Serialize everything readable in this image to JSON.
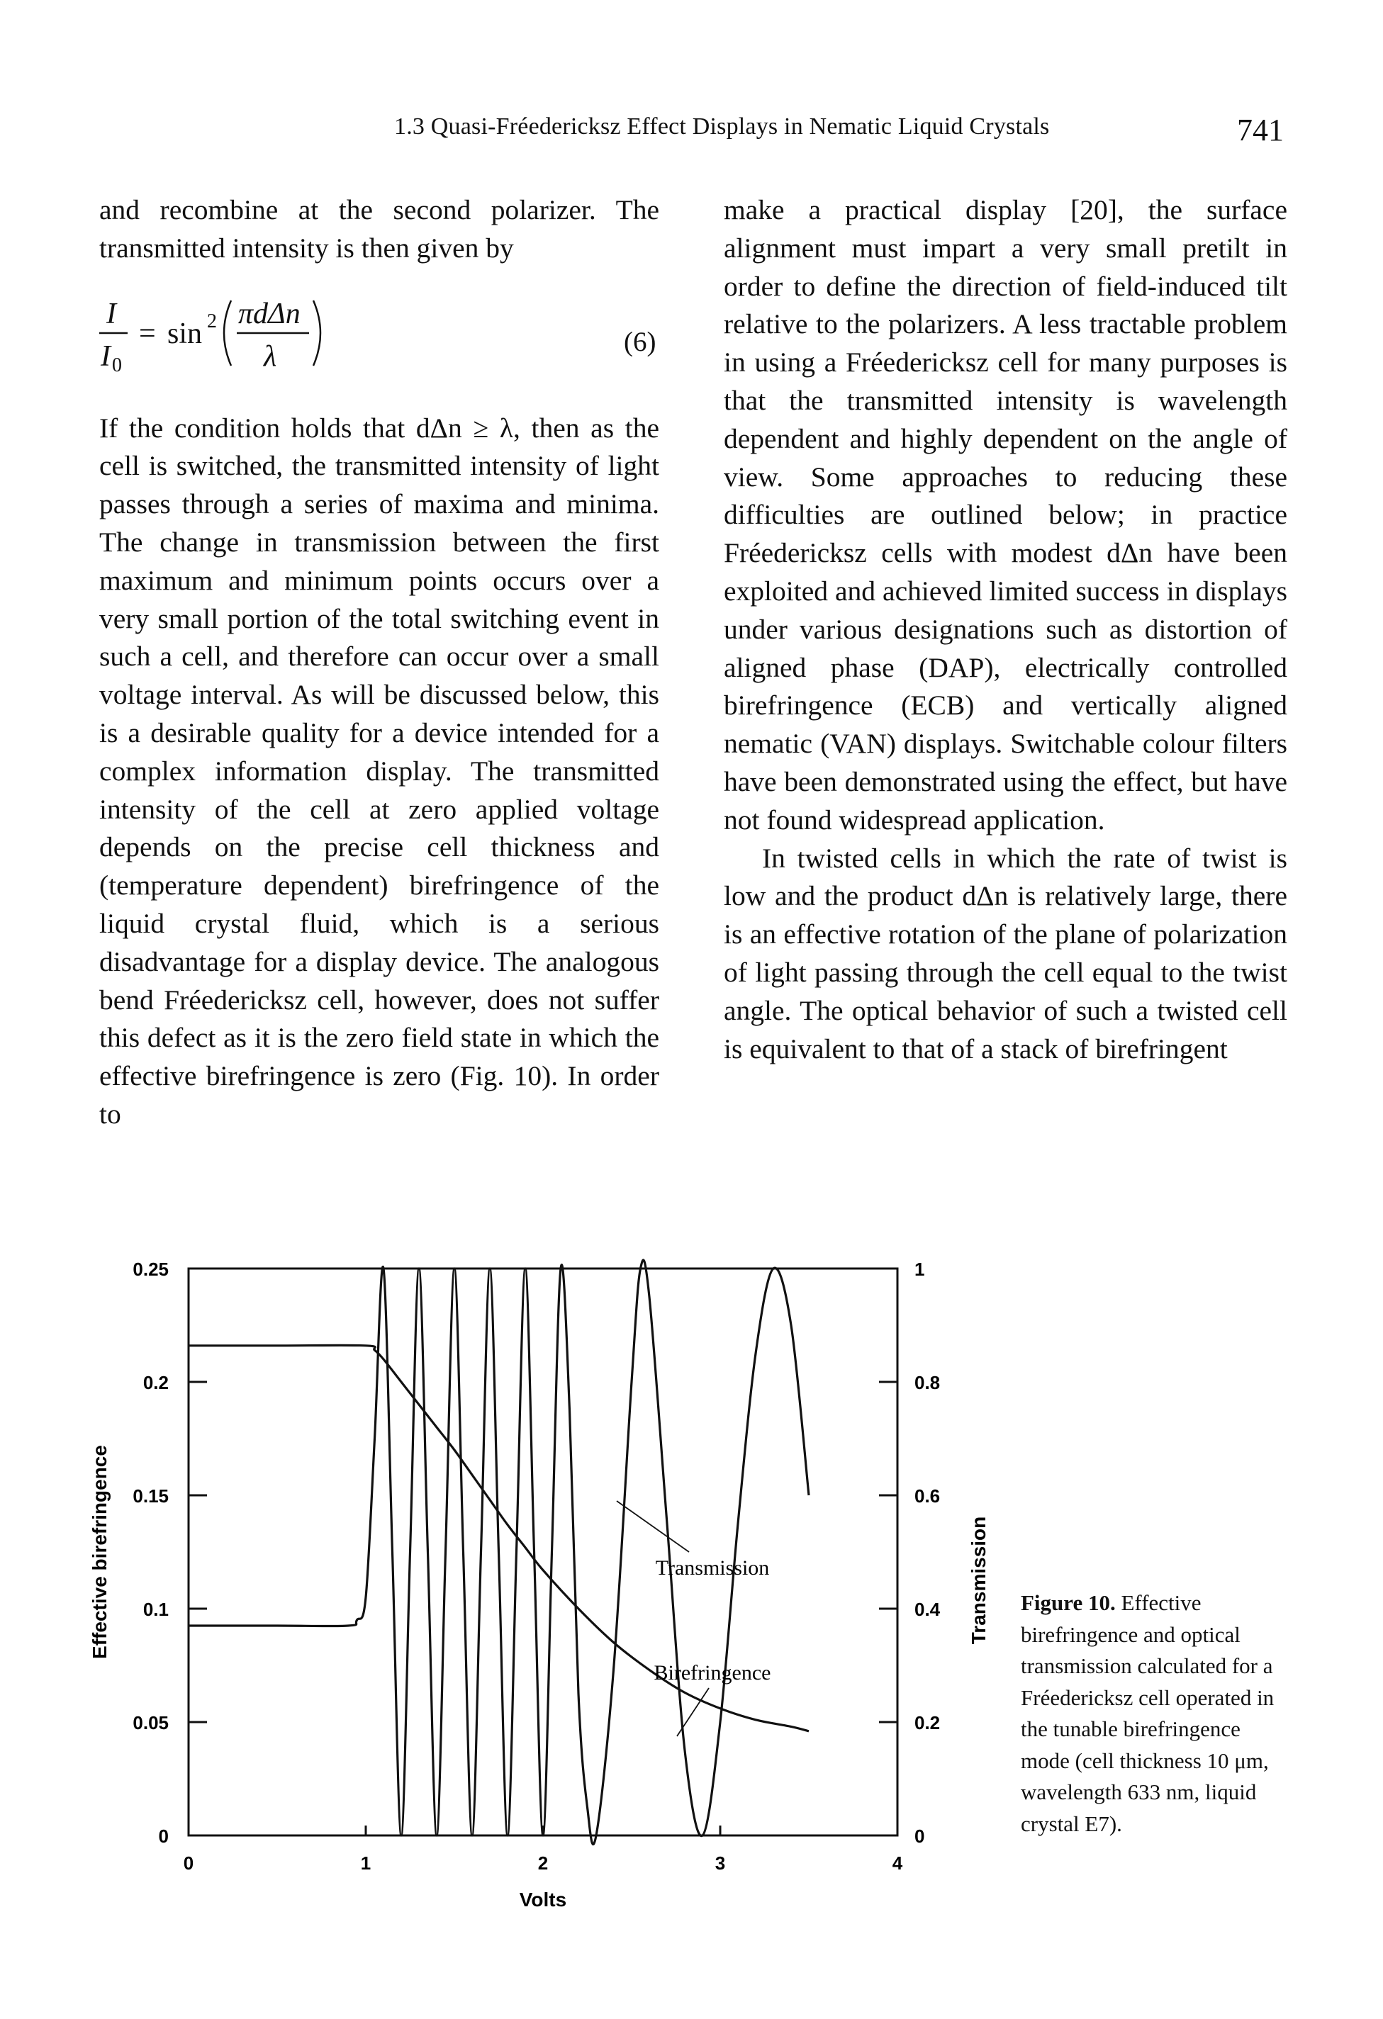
{
  "header": {
    "running_title": "1.3   Quasi-Fréedericksz Effect Displays in Nematic Liquid Crystals",
    "page_number": "741"
  },
  "left_column": {
    "para1": "and recombine at the second polarizer. The transmitted intensity is then given by",
    "equation_number": "(6)",
    "para2": "If the condition holds that dΔn ≥ λ, then as the cell is switched, the transmitted intensity of light passes through a series of maxima and minima. The change in transmission between the first maximum and minimum points occurs over a very small portion of the total switching event in such a cell, and therefore can occur over a small voltage interval. As will be discussed below, this is a desirable quality for a device intended for a complex information display. The transmitted intensity of the cell at zero applied voltage depends on the precise cell thickness and (temperature dependent) birefringence of the liquid crystal fluid, which is a serious disadvantage for a display device. The analogous bend Fréedericksz cell, however, does not suffer this defect as it is the zero field state in which the effective birefringence is zero (Fig. 10). In order to"
  },
  "right_column": {
    "para1": "make a practical display [20], the surface alignment must impart a very small pretilt in order to define the direction of field-induced tilt relative to the polarizers. A less tractable problem in using a Fréedericksz cell for many purposes is that the transmitted intensity is wavelength dependent and highly dependent on the angle of view. Some approaches to reducing these difficulties are outlined below; in practice Fréedericksz cells with modest dΔn have been exploited and achieved limited success in displays under various designations such as distortion of aligned phase (DAP), electrically controlled birefringence (ECB) and vertically aligned nematic (VAN) displays. Switchable colour filters have been demonstrated using the effect, but have not found widespread application.",
    "para2": "In twisted cells in which the rate of twist is low and the product dΔn is relatively large, there is an effective rotation of the plane of polarization of light passing through the cell equal to the twist angle. The optical behavior of such a twisted cell is equivalent to that of a stack of birefringent"
  },
  "caption": {
    "label": "Figure 10.",
    "text": "Effective birefringence and optical transmission calculated for a Fréedericksz cell operated in the tunable birefringence mode (cell thickness 10 μm, wavelength 633 nm, liquid crystal E7)."
  },
  "chart_data": {
    "type": "line",
    "xlabel": "Volts",
    "ylabel": "Effective birefringence",
    "y2label": "Transmission",
    "xlim": [
      0,
      4
    ],
    "ylim": [
      0,
      0.25
    ],
    "y2lim": [
      0,
      1
    ],
    "x_ticks": [
      "0",
      "1",
      "2",
      "3",
      "4"
    ],
    "y_ticks": [
      "0",
      "0.05",
      "0.1",
      "0.15",
      "0.2",
      "0.25"
    ],
    "y2_ticks": [
      "0",
      "0.2",
      "0.4",
      "0.6",
      "0.8",
      "1"
    ],
    "annotations": [
      "Transmission",
      "Birefringence"
    ],
    "series": [
      {
        "name": "Birefringence",
        "axis": "left",
        "x": [
          0,
          0.5,
          1.0,
          1.05,
          1.1,
          1.2,
          1.3,
          1.4,
          1.5,
          1.6,
          1.7,
          1.8,
          1.9,
          2.0,
          2.2,
          2.4,
          2.6,
          2.8,
          3.0,
          3.2,
          3.4,
          3.5
        ],
        "values": [
          0.216,
          0.216,
          0.216,
          0.214,
          0.21,
          0.2,
          0.19,
          0.18,
          0.17,
          0.159,
          0.148,
          0.137,
          0.127,
          0.117,
          0.1,
          0.085,
          0.073,
          0.063,
          0.056,
          0.051,
          0.048,
          0.046
        ]
      },
      {
        "name": "Transmission",
        "axis": "right",
        "x": [
          0,
          0.5,
          0.9,
          0.95,
          1.0,
          1.05,
          1.1,
          1.15,
          1.2,
          1.25,
          1.3,
          1.35,
          1.4,
          1.45,
          1.5,
          1.55,
          1.6,
          1.65,
          1.7,
          1.75,
          1.8,
          1.85,
          1.9,
          1.95,
          2.0,
          2.05,
          2.1,
          2.15,
          2.2,
          2.25,
          2.3,
          2.4,
          2.5,
          2.55,
          2.6,
          2.7,
          2.8,
          2.9,
          3.0,
          3.1,
          3.2,
          3.3,
          3.4,
          3.5
        ],
        "values": [
          0.37,
          0.37,
          0.37,
          0.38,
          0.42,
          0.7,
          1.0,
          0.5,
          0.0,
          0.5,
          1.0,
          0.5,
          0.0,
          0.5,
          1.0,
          0.5,
          0.0,
          0.5,
          1.0,
          0.5,
          0.0,
          0.5,
          1.0,
          0.5,
          0.0,
          0.5,
          1.0,
          0.75,
          0.25,
          0.05,
          0.0,
          0.3,
          0.8,
          1.0,
          0.95,
          0.55,
          0.15,
          0.0,
          0.2,
          0.55,
          0.85,
          1.0,
          0.9,
          0.6
        ]
      }
    ]
  }
}
